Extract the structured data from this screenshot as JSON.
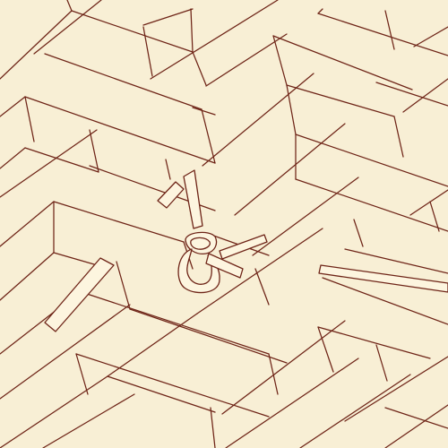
{
  "colors": {
    "background": "#f8efd5",
    "line": "#6e2417",
    "cord_fill": "#fdf5df"
  },
  "illustration": {
    "pattern": "herringbone-basket-weave",
    "elements": [
      "woven-strips",
      "cord-loop-knot",
      "loose-strand-ends"
    ]
  }
}
